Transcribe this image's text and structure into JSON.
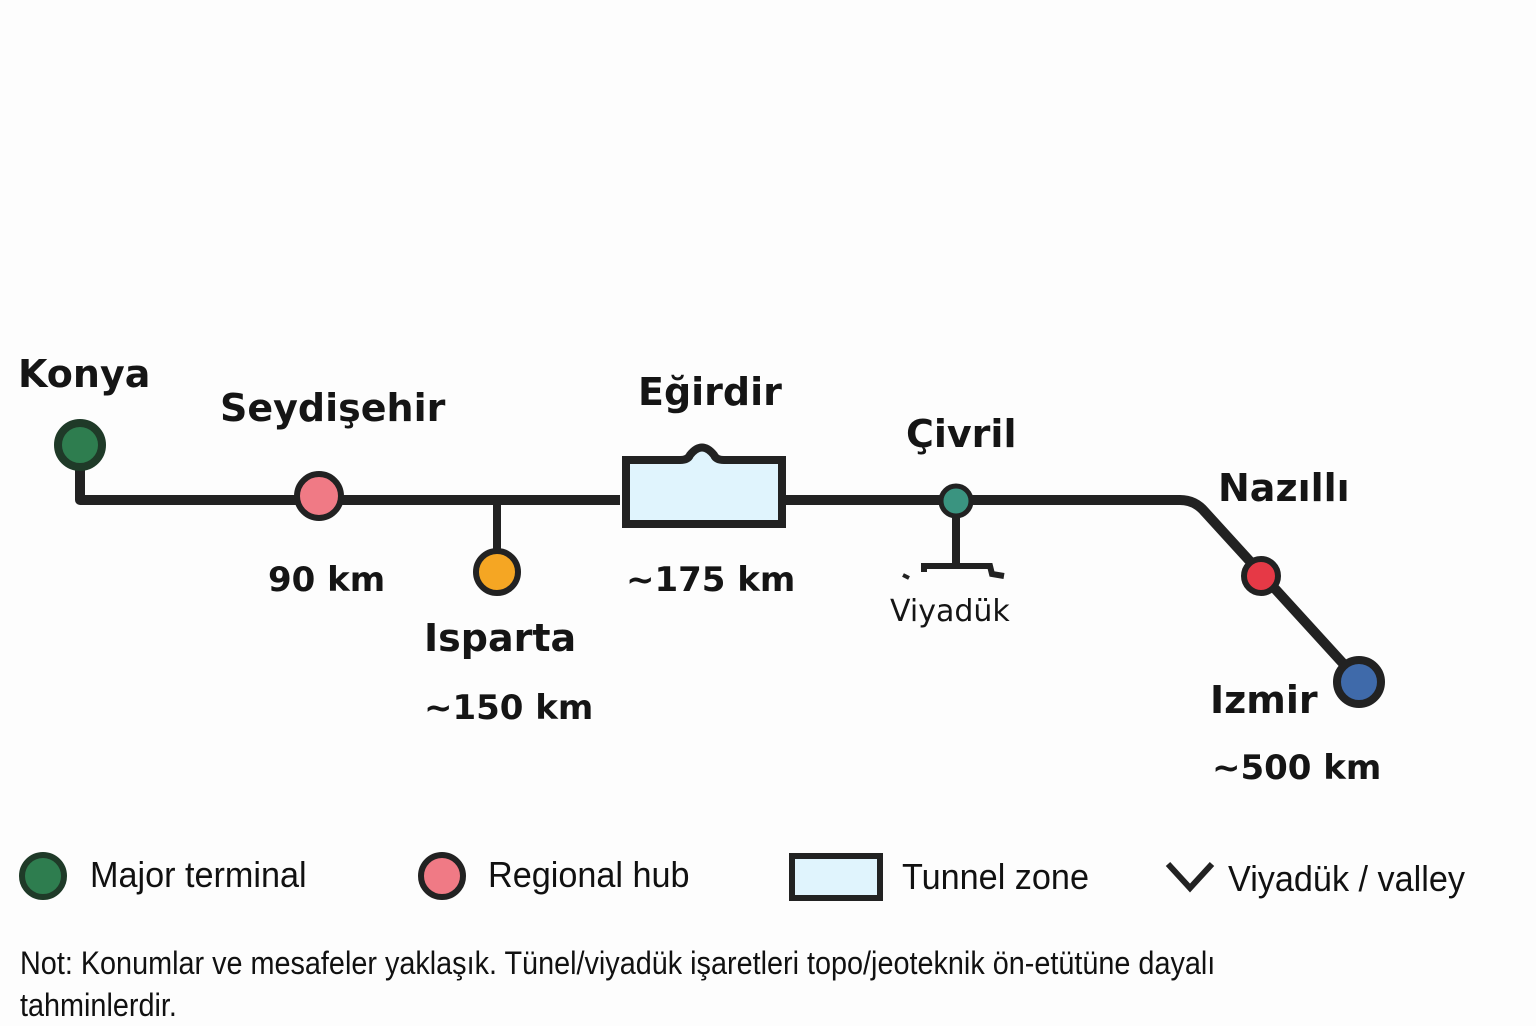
{
  "stations": {
    "konya": {
      "name": "Konya",
      "type": "major_terminal",
      "color": "#2e7d4f"
    },
    "seydisehir": {
      "name": "Seydişehir",
      "type": "regional_hub",
      "color": "#f07a85",
      "distance": "90 km"
    },
    "isparta": {
      "name": "Isparta",
      "type": "branch",
      "color": "#f5a623",
      "distance": "~150 km"
    },
    "egirdir": {
      "name": "Eğirdir",
      "type": "tunnel_zone",
      "color": "#e0f4fd",
      "distance": "~175 km"
    },
    "civril": {
      "name": "Çivril",
      "type": "station",
      "color": "#3a9480",
      "feature": "Viyadük"
    },
    "nazilli": {
      "name": "Nazıllı",
      "type": "regional_hub",
      "color": "#e63946"
    },
    "izmir": {
      "name": "Izmir",
      "type": "major_terminal",
      "color": "#3f6aaa",
      "distance": "~500 km"
    }
  },
  "line_color": "#222222",
  "legend": [
    {
      "icon": "major-terminal-icon",
      "label": "Major terminal",
      "color": "#2e7d4f"
    },
    {
      "icon": "regional-hub-icon",
      "label": "Regional hub",
      "color": "#f07a85"
    },
    {
      "icon": "tunnel-zone-icon",
      "label": "Tunnel zone",
      "color": "#e0f4fd"
    },
    {
      "icon": "valley-check-icon",
      "label": "Viyadük / valley"
    }
  ],
  "note": "Not: Konumlar ve mesafeler yaklaşık. Tünel/viyadük işaretleri topo/jeoteknik ön-etütüne dayalı tahminlerdir."
}
